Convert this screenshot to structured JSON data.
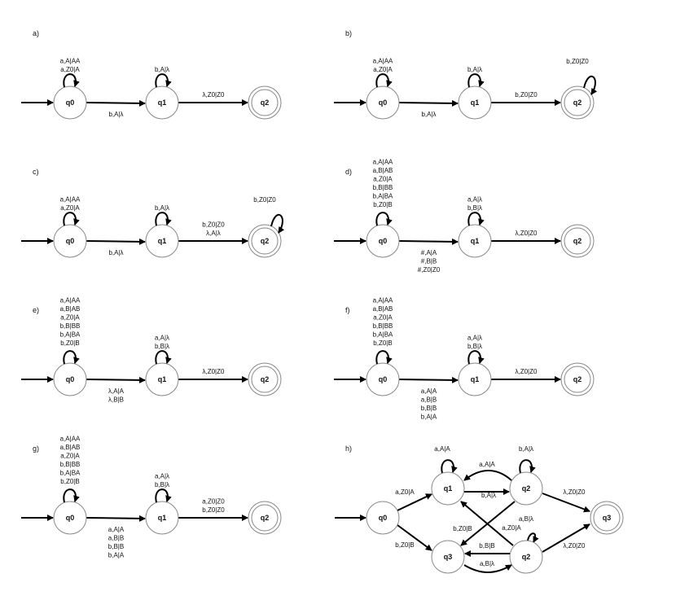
{
  "panels": [
    {
      "id": "a",
      "label": "a)",
      "states": [
        "q0",
        "q1",
        "q2"
      ],
      "loops": [
        [
          "a,A|AA",
          "a,Z0|A"
        ],
        [
          "b,A|λ"
        ],
        []
      ],
      "edge01": {
        "above": [],
        "below": [
          "b,A|λ"
        ]
      },
      "edge12": {
        "above": [
          "λ,Z0|Z0"
        ],
        "below": []
      }
    },
    {
      "id": "b",
      "label": "b)",
      "states": [
        "q0",
        "q1",
        "q2"
      ],
      "loops": [
        [
          "a,A|AA",
          "a,Z0|A"
        ],
        [
          "b,A|λ"
        ],
        [
          "b,Z0|Z0"
        ]
      ],
      "edge01": {
        "above": [],
        "below": [
          "b,A|λ"
        ]
      },
      "edge12": {
        "above": [
          "b,Z0|Z0"
        ],
        "below": []
      }
    },
    {
      "id": "c",
      "label": "c)",
      "states": [
        "q0",
        "q1",
        "q2"
      ],
      "loops": [
        [
          "a,A|AA",
          "a,Z0|A"
        ],
        [
          "b,A|λ"
        ],
        [
          "b,Z0|Z0"
        ]
      ],
      "edge01": {
        "above": [],
        "below": [
          "b,A|λ"
        ]
      },
      "edge12": {
        "above": [
          "b,Z0|Z0",
          "λ,A|λ"
        ],
        "below": []
      }
    },
    {
      "id": "d",
      "label": "d)",
      "states": [
        "q0",
        "q1",
        "q2"
      ],
      "loops": [
        [
          "a,A|AA",
          "a,B|AB",
          "a,Z0|A",
          "b,B|BB",
          "b,A|BA",
          "b,Z0|B"
        ],
        [
          "a,A|λ",
          "b,B|λ"
        ],
        []
      ],
      "edge01": {
        "above": [],
        "below": [
          "#,A|A",
          "#,B|B",
          "#,Z0|Z0"
        ]
      },
      "edge12": {
        "above": [
          "λ,Z0|Z0"
        ],
        "below": []
      }
    },
    {
      "id": "e",
      "label": "e)",
      "states": [
        "q0",
        "q1",
        "q2"
      ],
      "loops": [
        [
          "a,A|AA",
          "a,B|AB",
          "a,Z0|A",
          "b,B|BB",
          "b,A|BA",
          "b,Z0|B"
        ],
        [
          "a,A|λ",
          "b,B|λ"
        ],
        []
      ],
      "edge01": {
        "above": [],
        "below": [
          "λ,A|A",
          "λ,B|B"
        ]
      },
      "edge12": {
        "above": [
          "λ,Z0|Z0"
        ],
        "below": []
      }
    },
    {
      "id": "f",
      "label": "f)",
      "states": [
        "q0",
        "q1",
        "q2"
      ],
      "loops": [
        [
          "a,A|AA",
          "a,B|AB",
          "a,Z0|A",
          "b,B|BB",
          "b,A|BA",
          "b,Z0|B"
        ],
        [
          "a,A|λ",
          "b,B|λ"
        ],
        []
      ],
      "edge01": {
        "above": [],
        "below": [
          "a,A|A",
          "a,B|B",
          "b,B|B",
          "b,A|A"
        ]
      },
      "edge12": {
        "above": [
          "λ,Z0|Z0"
        ],
        "below": []
      }
    },
    {
      "id": "g",
      "label": "g)",
      "states": [
        "q0",
        "q1",
        "q2"
      ],
      "loops": [
        [
          "a,A|AA",
          "a,B|AB",
          "a,Z0|A",
          "b,B|BB",
          "b,A|BA",
          "b,Z0|B"
        ],
        [
          "a,A|λ",
          "b,B|λ"
        ],
        []
      ],
      "edge01": {
        "above": [],
        "below": [
          "a,A|A",
          "a,B|B",
          "b,B|B",
          "b,A|A"
        ]
      },
      "edge12": {
        "above": [
          "a,Z0|Z0",
          "b,Z0|Z0"
        ],
        "below": []
      }
    }
  ],
  "panel_h": {
    "label": "h)",
    "states": {
      "q0": "q0",
      "q1": "q1",
      "q2_top": "q2",
      "q3_bottom": "q3",
      "q2_bottom": "q2",
      "q3_final": "q3"
    },
    "labels": {
      "q1_loop": "a,A|A",
      "q2top_loop": "b,A|λ",
      "q2bottom_loop": "a,B|λ",
      "q0_q1": "a,Z0|A",
      "q0_q3": "b,Z0|B",
      "q2_q1_top": "a,A|A",
      "q1_q2_mid": "b,A|λ",
      "q2_q3_cross": "b,Z0|B",
      "q2b_q1_cross": "a,Z0|A",
      "q2b_q3_mid": "b,B|B",
      "q3_q2b": "a,B|λ",
      "q2top_final": "λ,Z0|Z0",
      "q2bottom_final": "λ,Z0|Z0"
    }
  }
}
